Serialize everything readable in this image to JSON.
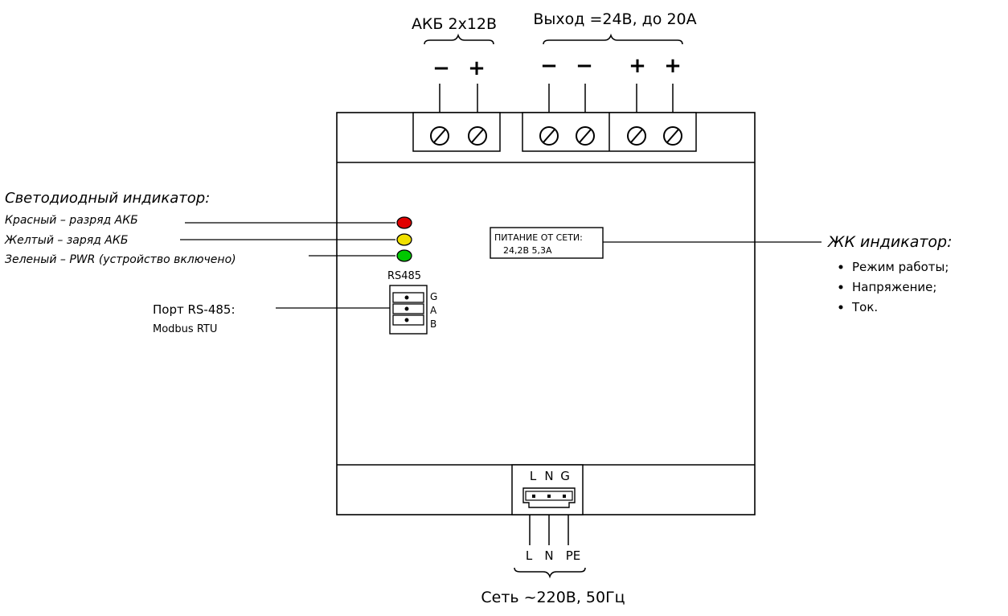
{
  "top": {
    "battery_label": "АКБ 2x12В",
    "output_label": "Выход =24В, до 20А",
    "battery_terminals": [
      "−",
      "+"
    ],
    "output_terminals": [
      "−",
      "−",
      "+",
      "+"
    ]
  },
  "leds": {
    "title": "Светодиодный индикатор:",
    "items": [
      {
        "label": "Красный – разряд АКБ",
        "color": "#e00000"
      },
      {
        "label": "Желтый – заряд АКБ",
        "color": "#f0e000"
      },
      {
        "label": "Зеленый – PWR (устройство включено)",
        "color": "#00c800"
      }
    ]
  },
  "rs485": {
    "connector_label": "RS485",
    "pins": [
      "G",
      "A",
      "B"
    ],
    "port_title": "Порт RS-485:",
    "port_protocol": "Modbus RTU"
  },
  "lcd": {
    "line1": "ПИТАНИЕ ОТ СЕТИ:",
    "line2": "24,2В 5,3А",
    "title": "ЖК индикатор:",
    "items": [
      "Режим работы;",
      "Напряжение;",
      "Ток."
    ]
  },
  "mains": {
    "connector_pins": [
      "L",
      "N",
      "G"
    ],
    "wire_labels": [
      "L",
      "N",
      "PE"
    ],
    "label": "Сеть ~220В, 50Гц"
  },
  "colors": {
    "line": "#000000",
    "background": "#ffffff"
  }
}
